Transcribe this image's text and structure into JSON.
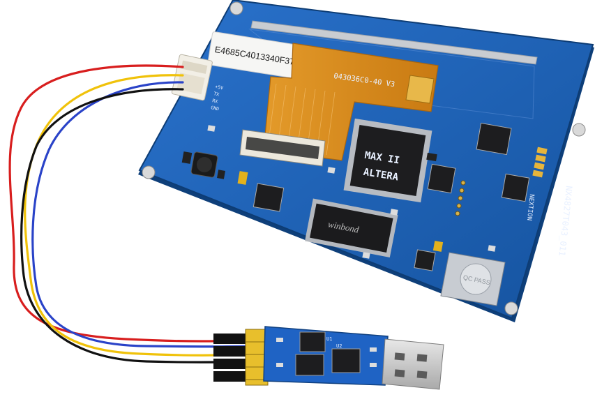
{
  "photo": {
    "sticker_code": "E4685C4013340F37",
    "flex_cable_code": "043036C0-40 V3",
    "board_model": "NX4827T043_011",
    "brand_text": "NEXTION",
    "fpga_brand": "ALTERA",
    "fpga_family": "MAX II",
    "flash_brand": "winbond",
    "pass_sticker": "QC PASS",
    "connector_pins": [
      "GND",
      "TX",
      "RX",
      "+5V"
    ],
    "usb_chip_labels": [
      "U1",
      "U2"
    ],
    "colors": {
      "pcb": "#1a5fb8",
      "pcb_dark": "#134a93",
      "flex_cable": "#d98a1a",
      "usb_pcb": "#1f63c4",
      "wire_red": "#d81e1e",
      "wire_yellow": "#f0c20a",
      "wire_blue": "#2a43c8",
      "wire_black": "#111111"
    }
  }
}
